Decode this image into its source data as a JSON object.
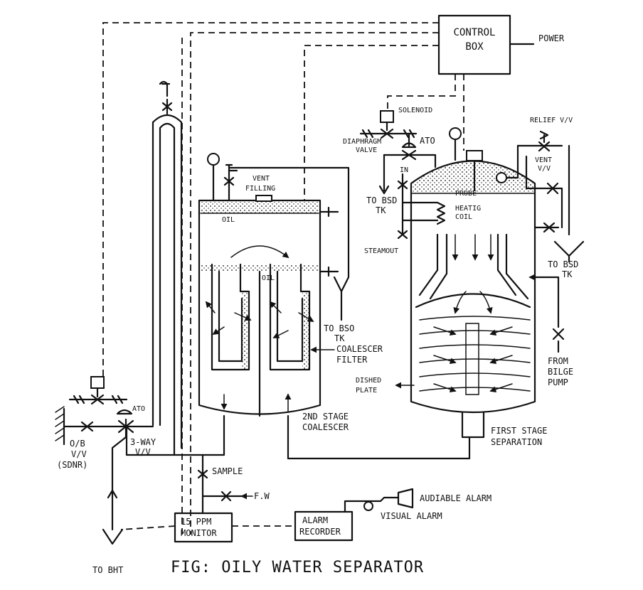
{
  "labels": {
    "control_box": [
      "CONTROL",
      "BOX"
    ],
    "power": "POWER",
    "solenoid": "SOLENOID",
    "diaphragm_valve": [
      "DIAPHRAGM",
      "VALVE"
    ],
    "ato_top": "ATO",
    "in": "IN",
    "relief_vv": "RELIEF V/V",
    "vent_vv": [
      "VENT",
      "V/V"
    ],
    "to_bsd_tk_left": [
      "TO BSD",
      "TK"
    ],
    "heating_coil": [
      "HEATIG",
      "COIL"
    ],
    "probe": "PROBE",
    "to_bsd_tk_right": [
      "TO BSD",
      "TK"
    ],
    "steamout": "STEAMOUT",
    "vent_filling": [
      "VENT",
      "FILLING"
    ],
    "oil_top": "OIL",
    "oil_mid": "OIL",
    "to_bso_tk": [
      "TO BSO",
      "TK"
    ],
    "coalescer_filter": [
      "COALESCER",
      "FILTER"
    ],
    "dished_plate": [
      "DISHED",
      "PLATE"
    ],
    "from_bilge_pump": [
      "FROM",
      "BILGE",
      "PUMP"
    ],
    "second_stage": [
      "2ND STAGE",
      "COALESCER"
    ],
    "first_stage": [
      "FIRST STAGE",
      "SEPARATION"
    ],
    "ato_bottom": "ATO",
    "ob_vv": [
      "O/B",
      "V/V",
      "(SDNR)"
    ],
    "three_way": [
      "3-WAY",
      "V/V"
    ],
    "sample": "SAMPLE",
    "fw": "F.W",
    "audible_alarm": "AUDIABLE ALARM",
    "visual_alarm": "VISUAL ALARM",
    "ppm_monitor": [
      "15 PPM",
      "MONITOR"
    ],
    "alarm_recorder": [
      "ALARM",
      "RECORDER"
    ],
    "to_bht": "TO BHT"
  },
  "caption": "FIG: OILY WATER SEPARATOR"
}
